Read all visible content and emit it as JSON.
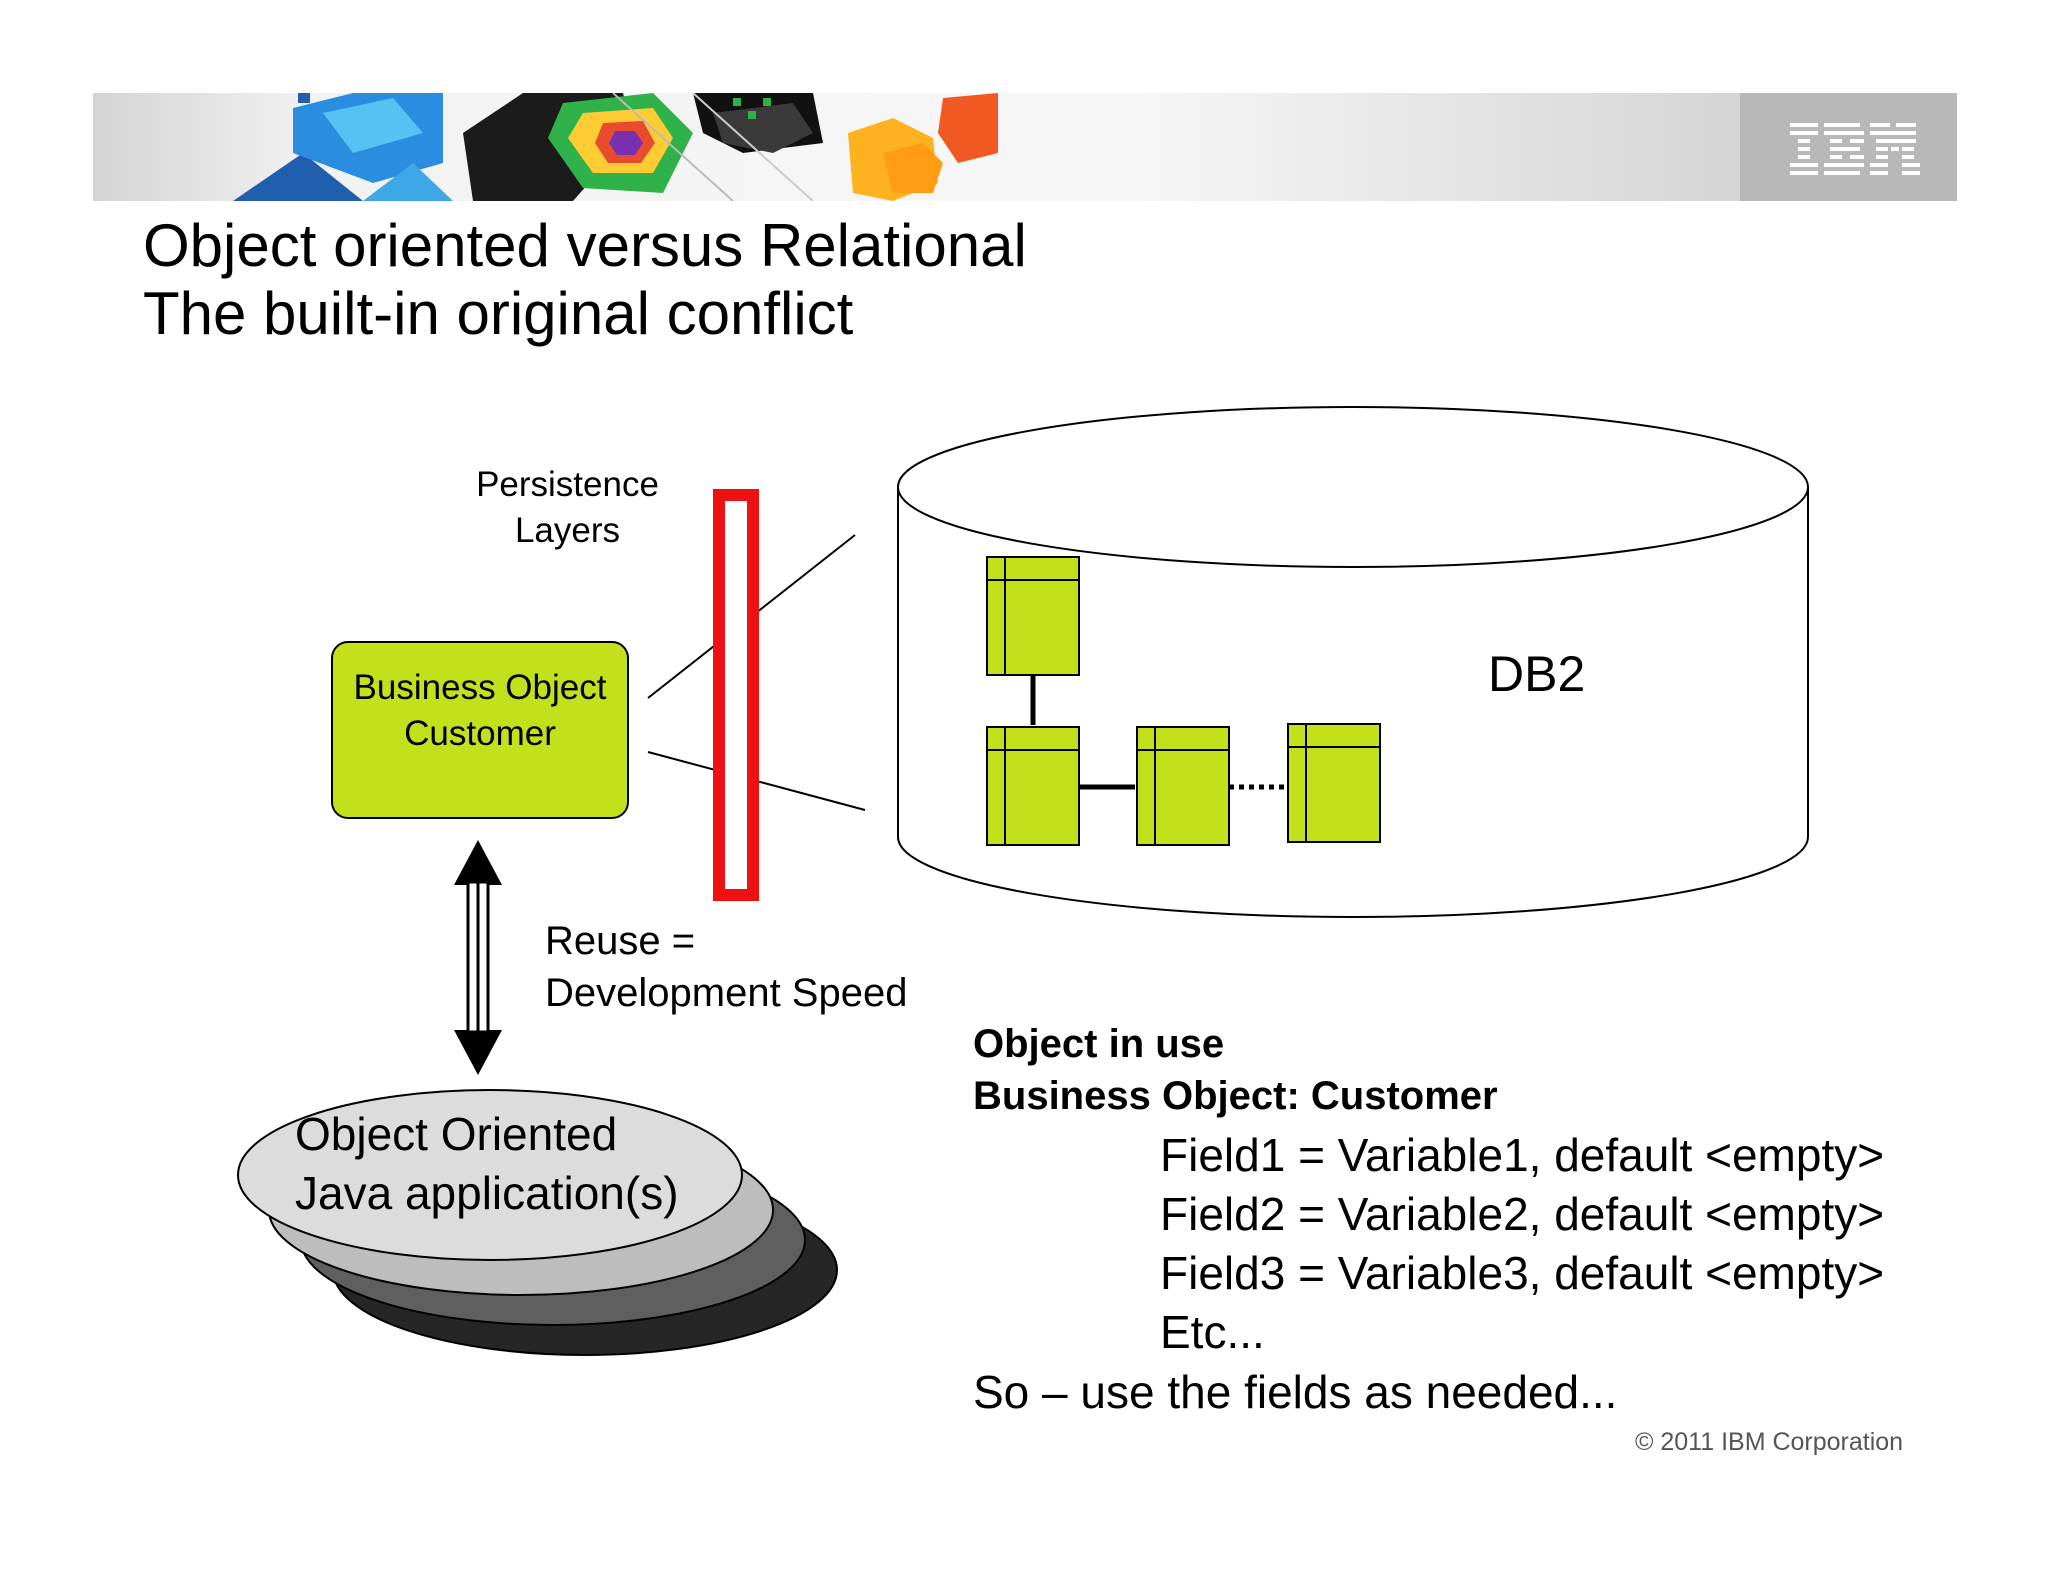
{
  "header": {
    "logo_text": "IBM"
  },
  "title": {
    "line1": "Object oriented versus Relational",
    "line2": "The built-in original conflict"
  },
  "diagram": {
    "persistence_label": [
      "Persistence",
      "Layers"
    ],
    "business_object_label": [
      "Business Object",
      "Customer"
    ],
    "reuse_label": [
      "Reuse =",
      "Development Speed"
    ],
    "db_label": "DB2",
    "application_label": [
      "Object Oriented",
      "Java application(s)"
    ]
  },
  "object_in_use": {
    "heading": [
      "Object in use",
      "Business Object: Customer"
    ],
    "fields": [
      "Field1 = Variable1, default <empty>",
      "Field2 = Variable2, default <empty>",
      "Field3 = Variable3, default <empty>",
      "Etc..."
    ],
    "summary": "So – use the fields as needed..."
  },
  "footer": {
    "copyright": "© 2011 IBM Corporation"
  },
  "colors": {
    "table_green": "#c4e01a",
    "persistence_red": "#ee1111",
    "banner_grey": "#c8c8c8"
  }
}
